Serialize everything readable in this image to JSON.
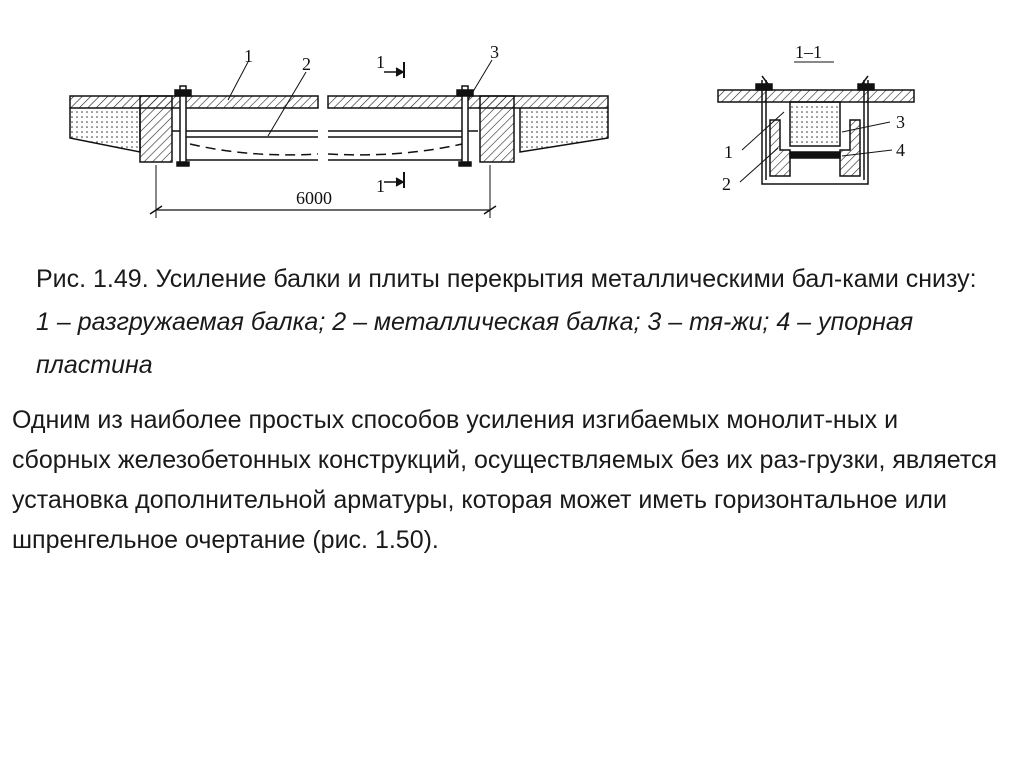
{
  "figure": {
    "main_view": {
      "labels": [
        "1",
        "2",
        "3"
      ],
      "section_mark": "1",
      "dimension": "6000"
    },
    "section_view": {
      "title": "1–1",
      "labels": [
        "1",
        "2",
        "3",
        "4"
      ]
    }
  },
  "caption": {
    "prefix": "Рис. 1.49. Усиление балки и плиты перекрытия металлическими бал-ками снизу: ",
    "legend": "1 – разгружаемая балка; 2 – металлическая балка; 3 – тя-жи; 4 – упорная пластина"
  },
  "body_text": "Одним из наиболее простых способов усиления изгибаемых монолит-ных и сборных железобетонных конструкций, осуществляемых без их раз-грузки, является установка дополнительной арматуры, которая может иметь горизонтальное или шпренгельное очертание (рис. 1.50)."
}
